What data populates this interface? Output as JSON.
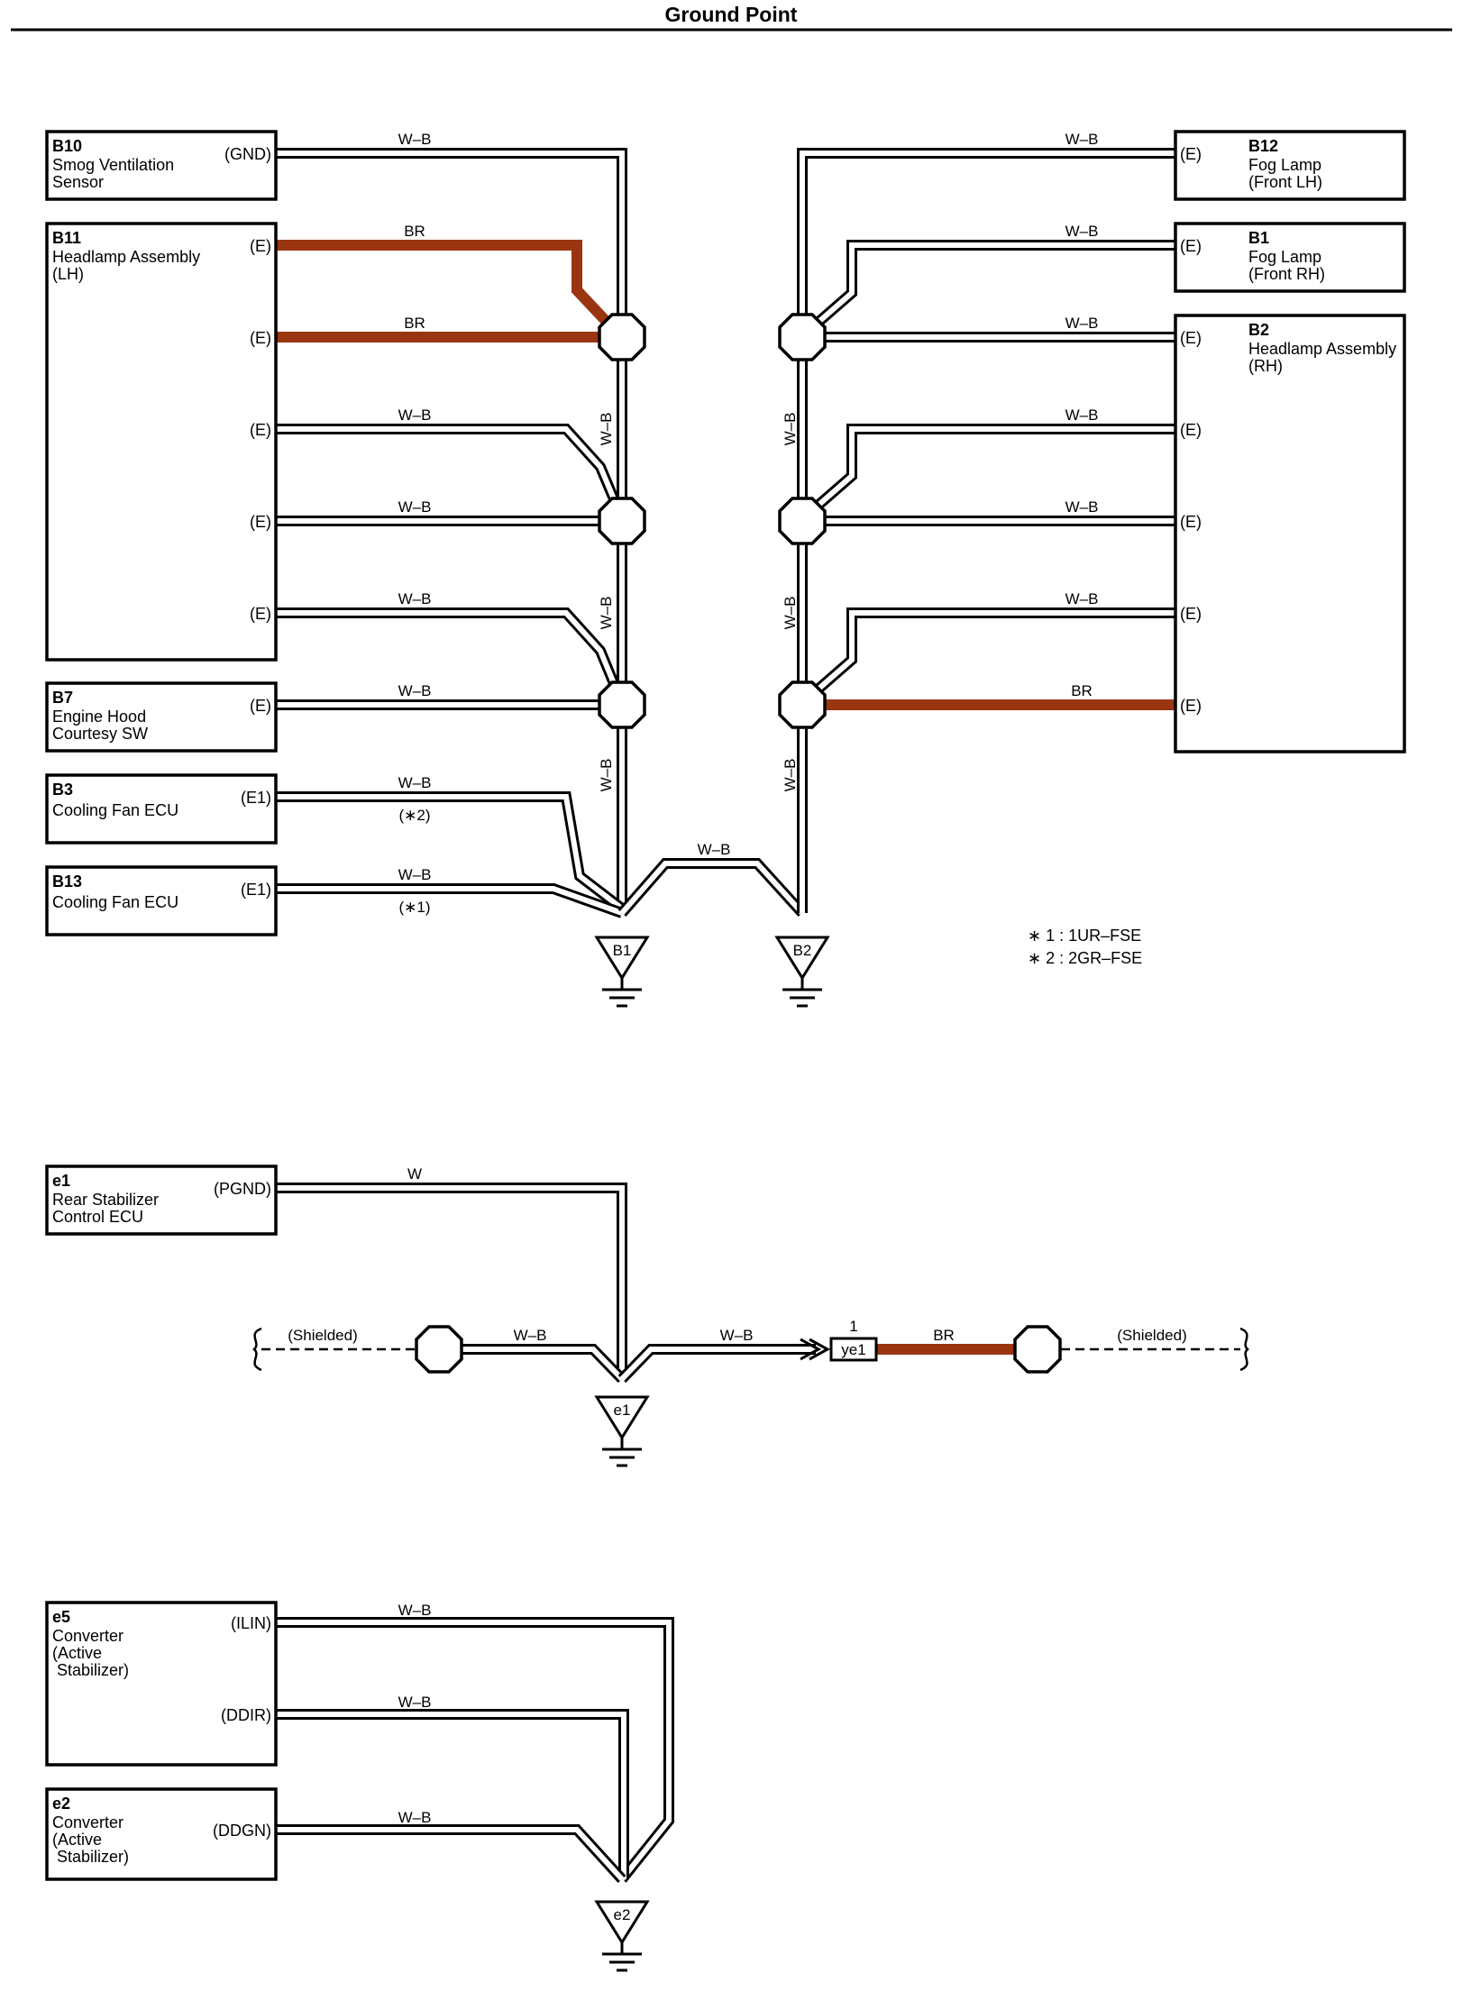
{
  "title": "Ground Point",
  "colors": {
    "line": "#000000",
    "br": "#9a3512",
    "white": "#ffffff"
  },
  "components": {
    "b10": {
      "code": "B10",
      "lines": [
        "Smog Ventilation",
        "Sensor"
      ],
      "pin": "(GND)"
    },
    "b11": {
      "code": "B11",
      "lines": [
        "Headlamp Assembly",
        "(LH)"
      ],
      "pins": [
        "(E)",
        "(E)",
        "(E)",
        "(E)",
        "(E)"
      ]
    },
    "b7": {
      "code": "B7",
      "lines": [
        "Engine Hood",
        "Courtesy SW"
      ],
      "pin": "(E)"
    },
    "b3": {
      "code": "B3",
      "lines": [
        "Cooling Fan ECU"
      ],
      "pin": "(E1)"
    },
    "b13": {
      "code": "B13",
      "lines": [
        "Cooling Fan ECU"
      ],
      "pin": "(E1)"
    },
    "b12": {
      "code": "B12",
      "lines": [
        "Fog Lamp",
        "(Front LH)"
      ],
      "pin": "(E)"
    },
    "b1": {
      "code": "B1",
      "lines": [
        "Fog Lamp",
        "(Front RH)"
      ],
      "pin": "(E)"
    },
    "b2": {
      "code": "B2",
      "lines": [
        "Headlamp Assembly",
        "(RH)"
      ],
      "pins": [
        "(E)",
        "(E)",
        "(E)",
        "(E)",
        "(E)"
      ]
    },
    "e1": {
      "code": "e1",
      "lines": [
        "Rear Stabilizer",
        "Control ECU"
      ],
      "pin": "(PGND)"
    },
    "e5": {
      "code": "e5",
      "lines": [
        "Converter",
        "(Active",
        " Stabilizer)"
      ],
      "pins": [
        "(ILIN)",
        "(DDIR)"
      ]
    },
    "e2": {
      "code": "e2",
      "lines": [
        "Converter",
        "(Active",
        " Stabilizer)"
      ],
      "pin": "(DDGN)"
    }
  },
  "wires": {
    "wb": "W–B",
    "br": "BR",
    "w": "W",
    "b3_note": "(∗2)",
    "b13_note": "(∗1)",
    "shielded": "(Shielded)",
    "connector_pin": "1",
    "connector": "ye1"
  },
  "grounds": [
    "B1",
    "B2",
    "e1",
    "e2"
  ],
  "notes": [
    "∗ 1 : 1UR–FSE",
    "∗ 2 : 2GR–FSE"
  ]
}
